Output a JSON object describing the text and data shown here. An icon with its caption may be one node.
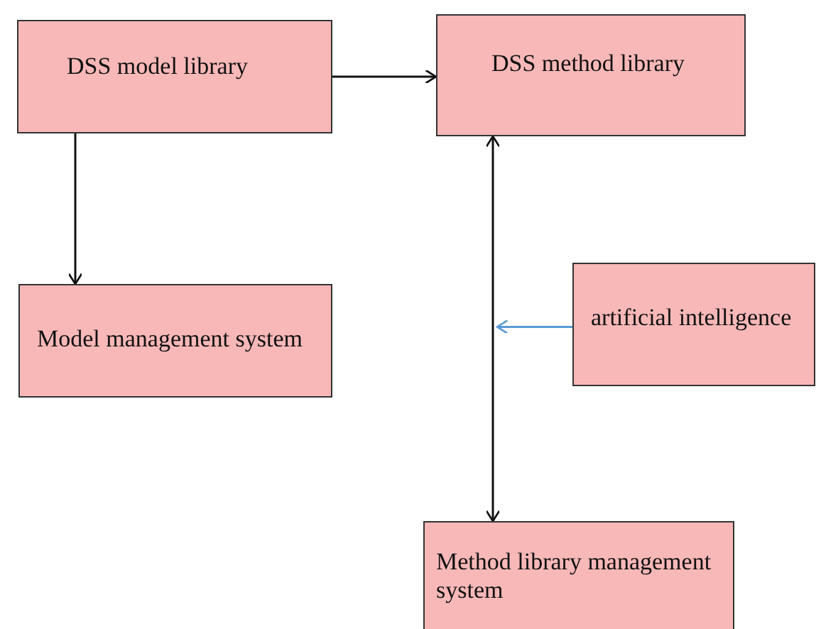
{
  "diagram": {
    "nodes": [
      {
        "text": [
          "DSS model library"
        ]
      },
      {
        "text": [
          "DSS method library"
        ]
      },
      {
        "text": [
          "Model management system"
        ]
      },
      {
        "text": [
          "artificial intelligence"
        ]
      },
      {
        "text": [
          "Method library management system"
        ]
      }
    ],
    "edges": [
      {
        "from": 0,
        "to": 1,
        "arrow": "to"
      },
      {
        "from": 0,
        "to": 2,
        "arrow": "to"
      },
      {
        "from": 1,
        "to": 4,
        "arrow": "both"
      },
      {
        "from": 3,
        "to": null,
        "arrow": "to",
        "color": "#5b9bd5"
      }
    ]
  }
}
